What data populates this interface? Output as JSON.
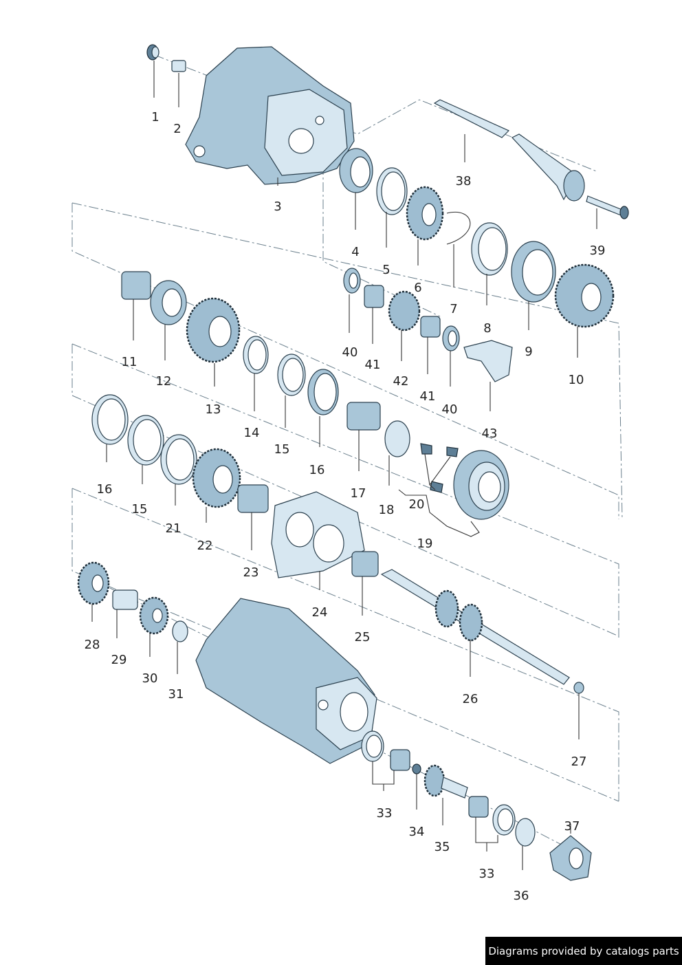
{
  "footer": {
    "credit": "Diagrams provided by catalogs parts"
  },
  "colors": {
    "part_fill": "#a9c6d8",
    "part_outline": "#2a3f4d",
    "footer_bg": "#000000",
    "footer_text": "#ffffff"
  },
  "labels": [
    "1",
    "2",
    "3",
    "4",
    "5",
    "6",
    "7",
    "8",
    "9",
    "10",
    "11",
    "12",
    "13",
    "14",
    "15",
    "16",
    "17",
    "18",
    "19",
    "20",
    "21",
    "22",
    "23",
    "24",
    "25",
    "26",
    "27",
    "28",
    "29",
    "30",
    "31",
    "33",
    "34",
    "35",
    "36",
    "37",
    "38",
    "39",
    "40",
    "41",
    "42",
    "43"
  ]
}
